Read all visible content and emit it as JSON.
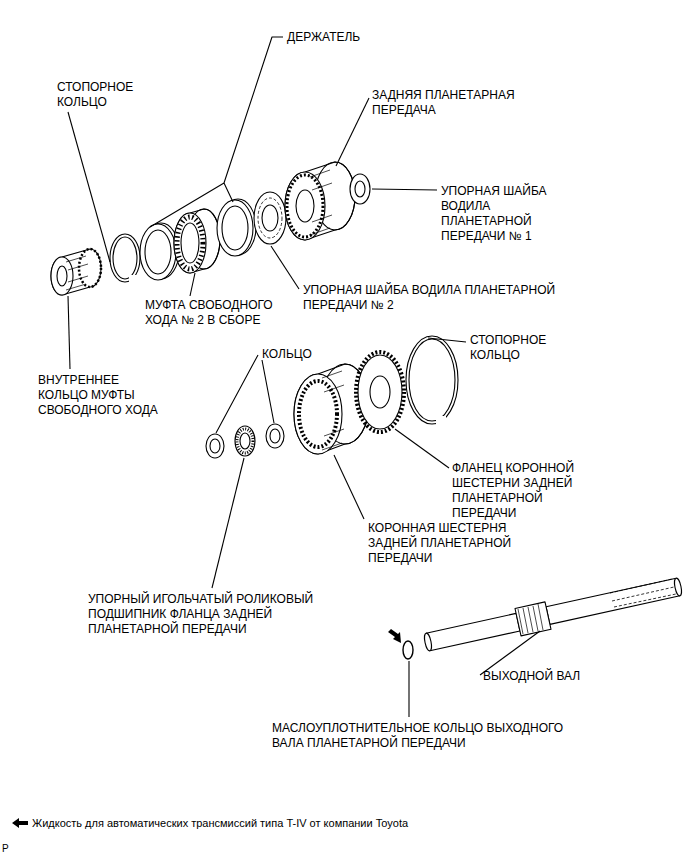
{
  "diagram": {
    "labels": [
      "ДЕРЖАТЕЛЬ",
      "СТОПОРНОЕ КОЛЬЦО",
      "ЗАДНЯЯ ПЛАНЕТАРНАЯ ПЕРЕДАЧА",
      "УПОРНАЯ ШАЙБА ВОДИЛА ПЛАНЕТАРНОЙ ПЕРЕДАЧИ № 1",
      "МУФТА СВОБОДНОГО ХОДА № 2 В СБОРЕ",
      "УПОРНАЯ ШАЙБА ВОДИЛА ПЛАНЕТАРНОЙ ПЕРЕДАЧИ № 2",
      "ВНУТРЕННЕЕ КОЛЬЦО МУФТЫ СВОБОДНОГО ХОДА",
      "КОЛЬЦО",
      "СТОПОРНОЕ КОЛЬЦО",
      "ФЛАНЕЦ КОРОННОЙ ШЕСТЕРНИ ЗАДНЕЙ ПЛАНЕТАРНОЙ ПЕРЕДАЧИ",
      "КОРОННАЯ ШЕСТЕРНЯ ЗАДНЕЙ ПЛАНЕТАРНОЙ ПЕРЕДАЧИ",
      "УПОРНЫЙ ИГОЛЬЧАТЫЙ РОЛИКОВЫЙ ПОДШИПНИК ФЛАНЦА ЗАДНЕЙ ПЛАНЕТАРНОЙ ПЕРЕДАЧИ",
      "ВЫХОДНОЙ ВАЛ",
      "МАСЛОУПЛОТНИТЕЛЬНОЕ КОЛЬЦО ВЫХОДНОГО ВАЛА ПЛАНЕТАРНОЙ ПЕРЕДАЧИ",
      "P"
    ],
    "legend": [
      {
        "text": "Жидкость для автоматических трансмиссий типа T-IV от компании Toyota"
      }
    ]
  }
}
